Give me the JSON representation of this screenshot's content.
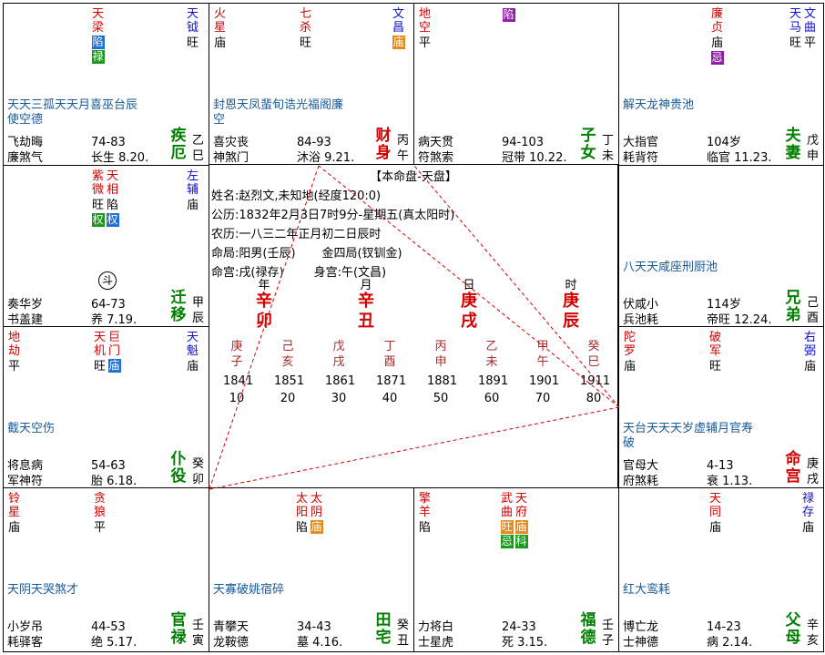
{
  "chart_title": "【本命盘-天盘】",
  "center": {
    "name": "姓名:赵烈文,未知地(经度120:0)",
    "solar": "公历:1832年2月3日7时9分-星期五(真太阳时)",
    "lunar": "农历:一八三二年正月初二日辰时",
    "mingju": "命局:阳男(壬辰)       金四局(钗钏金)",
    "minggong": "命宫:戌(禄存)        身宫:午(文昌)"
  },
  "pillars": [
    {
      "label": "年",
      "stem": "辛",
      "branch": "卯"
    },
    {
      "label": "月",
      "stem": "辛",
      "branch": "丑"
    },
    {
      "label": "日",
      "stem": "庚",
      "branch": "戌"
    },
    {
      "label": "时",
      "stem": "庚",
      "branch": "辰"
    }
  ],
  "dayun": [
    {
      "stem": "庚",
      "branch": "子",
      "year": "1841",
      "age": "10"
    },
    {
      "stem": "己",
      "branch": "亥",
      "year": "1851",
      "age": "20"
    },
    {
      "stem": "戊",
      "branch": "戌",
      "year": "1861",
      "age": "30"
    },
    {
      "stem": "丁",
      "branch": "酉",
      "year": "1871",
      "age": "40"
    },
    {
      "stem": "丙",
      "branch": "申",
      "year": "1881",
      "age": "50"
    },
    {
      "stem": "乙",
      "branch": "未",
      "year": "1891",
      "age": "60"
    },
    {
      "stem": "甲",
      "branch": "午",
      "year": "1901",
      "age": "70"
    },
    {
      "stem": "癸",
      "branch": "巳",
      "year": "1911",
      "age": "80"
    }
  ],
  "palaces": {
    "si": {
      "stars": [
        {
          "name": "天梁",
          "color": "#d20000",
          "hua": [
            "陷",
            "禄"
          ],
          "hua_colors": [
            "#1e6fd9",
            "#1a9a1a"
          ]
        },
        {
          "name": "天钺",
          "color": "#1010c8",
          "bright": "旺"
        }
      ],
      "minor": "天天三孤天天月喜巫台辰使空德",
      "row1": [
        "飞劫晦",
        "74-83",
        ""
      ],
      "row2": [
        "廉煞气",
        "长生 8.20.",
        ""
      ],
      "pname": "疾厄",
      "gz": "乙巳"
    },
    "wu": {
      "stars": [
        {
          "name": "火星",
          "color": "#d20000",
          "bright": "庙"
        },
        {
          "name": "七杀",
          "color": "#d20000",
          "bright": "旺"
        },
        {
          "name": "文昌",
          "color": "#1010c8",
          "hua": [
            "庙"
          ],
          "hua_colors": [
            "#e58a1f"
          ]
        }
      ],
      "minor": "封恩天凤蜚旬诰光福阁廉空",
      "row1": [
        "喜灾丧",
        "84-93",
        ""
      ],
      "row2": [
        "神煞门",
        "沐浴 9.21.",
        ""
      ],
      "pname": "财身",
      "gz": "丙午"
    },
    "wei": {
      "stars": [
        {
          "name": "地空",
          "color": "#d20000",
          "bright": "平"
        },
        {
          "name": "",
          "color": "#000",
          "hua": [
            "陷"
          ],
          "hua_colors": [
            "#8e1fa0"
          ]
        }
      ],
      "minor": "",
      "row1": [
        "病天贯",
        "94-103",
        ""
      ],
      "row2": [
        "符煞索",
        "冠带 10.22.",
        ""
      ],
      "pname": "子女",
      "gz": "丁未"
    },
    "shen": {
      "stars": [
        {
          "name": "廉贞",
          "color": "#d20000",
          "bright": "庙",
          "hua": [
            "忌"
          ],
          "hua_colors": [
            "#8e1fa0"
          ]
        },
        {
          "name": "天马",
          "color": "#1010c8",
          "bright": "旺"
        },
        {
          "name": "文曲",
          "color": "#1010c8",
          "bright": "平"
        }
      ],
      "minor": "解天龙神贵池",
      "row1": [
        "大指官",
        "104岁",
        ""
      ],
      "row2": [
        "耗背符",
        "临官 11.23.",
        ""
      ],
      "pname": "夫妻",
      "gz": "戊申"
    },
    "chen": {
      "stars": [
        {
          "name": "紫微",
          "color": "#d20000",
          "bright": "旺",
          "hua": [
            "权"
          ],
          "hua_colors": [
            "#1a9a1a"
          ]
        },
        {
          "name": "天相",
          "color": "#d20000",
          "bright": "陷",
          "hua": [
            "权"
          ],
          "hua_colors": [
            "#1e6fd9"
          ]
        },
        {
          "name": "左辅",
          "color": "#1010c8",
          "bright": "庙"
        }
      ],
      "minor": "",
      "row1": [
        "奏华岁",
        "64-73",
        ""
      ],
      "row2": [
        "书盖建",
        "养 7.19.",
        ""
      ],
      "pname": "迁移",
      "gz": "甲辰",
      "mark": "斗"
    },
    "you": {
      "stars": [],
      "minor": "八天天咸座刑厨池",
      "row1": [
        "伏咸小",
        "114岁",
        ""
      ],
      "row2": [
        "兵池耗",
        "帝旺 12.24.",
        ""
      ],
      "pname": "兄弟",
      "gz": "己酉"
    },
    "mao": {
      "stars": [
        {
          "name": "地劫",
          "color": "#d20000",
          "bright": "平"
        },
        {
          "name": "天机",
          "color": "#d20000",
          "bright": "旺"
        },
        {
          "name": "巨门",
          "color": "#d20000",
          "hua": [
            "庙"
          ],
          "hua_colors": [
            "#1e6fd9"
          ]
        },
        {
          "name": "天魁",
          "color": "#1010c8",
          "bright": "庙"
        }
      ],
      "minor": "截天空伤",
      "row1": [
        "将息病",
        "54-63",
        ""
      ],
      "row2": [
        "军神符",
        "胎 6.18.",
        ""
      ],
      "pname": "仆役",
      "gz": "癸卯"
    },
    "xu": {
      "stars": [
        {
          "name": "陀罗",
          "color": "#d20000",
          "bright": "庙"
        },
        {
          "name": "破军",
          "color": "#d20000",
          "bright": "旺"
        },
        {
          "name": "右弼",
          "color": "#1010c8",
          "bright": "庙"
        }
      ],
      "minor": "天台天天天岁虚辅月官寿破",
      "row1": [
        "官母大",
        "4-13",
        ""
      ],
      "row2": [
        "府煞耗",
        "衰 1.13.",
        ""
      ],
      "pname": "命宫",
      "gz": "庚戌"
    },
    "yin": {
      "stars": [
        {
          "name": "铃星",
          "color": "#d20000",
          "bright": "庙"
        },
        {
          "name": "贪狼",
          "color": "#d20000",
          "bright": "平"
        }
      ],
      "minor": "天阴天哭煞才",
      "row1": [
        "小岁吊",
        "44-53",
        ""
      ],
      "row2": [
        "耗驿客",
        "绝 5.17.",
        ""
      ],
      "pname": "官禄",
      "gz": "壬寅"
    },
    "chou": {
      "stars": [
        {
          "name": "太阳",
          "color": "#d20000",
          "bright": "陷"
        },
        {
          "name": "太阴",
          "color": "#d20000",
          "hua": [
            "庙"
          ],
          "hua_colors": [
            "#e58a1f"
          ]
        }
      ],
      "minor": "天寡破姚宿碎",
      "row1": [
        "青攀天",
        "34-43",
        ""
      ],
      "row2": [
        "龙鞍德",
        "墓 4.16.",
        ""
      ],
      "pname": "田宅",
      "gz": "癸丑"
    },
    "zi": {
      "stars": [
        {
          "name": "擎羊",
          "color": "#d20000",
          "bright": "陷"
        },
        {
          "name": "武曲",
          "color": "#d20000",
          "hua": [
            "旺",
            "忌"
          ],
          "hua_colors": [
            "#e58a1f",
            "#1a9a1a"
          ]
        },
        {
          "name": "天府",
          "color": "#d20000",
          "hua": [
            "庙",
            "科"
          ],
          "hua_colors": [
            "#e58a1f",
            "#1a9a1a"
          ]
        }
      ],
      "minor": "",
      "row1": [
        "力将白",
        "24-33",
        ""
      ],
      "row2": [
        "士星虎",
        "死 3.15.",
        ""
      ],
      "pname": "福德",
      "gz": "壬子"
    },
    "hai": {
      "stars": [
        {
          "name": "天同",
          "color": "#d20000",
          "bright": "庙"
        },
        {
          "name": "禄存",
          "color": "#1010c8",
          "bright": "庙"
        }
      ],
      "minor": "红大鸾耗",
      "row1": [
        "博亡龙",
        "14-23",
        ""
      ],
      "row2": [
        "士神德",
        "病 2.14.",
        ""
      ],
      "pname": "父母",
      "gz": "辛亥"
    }
  }
}
